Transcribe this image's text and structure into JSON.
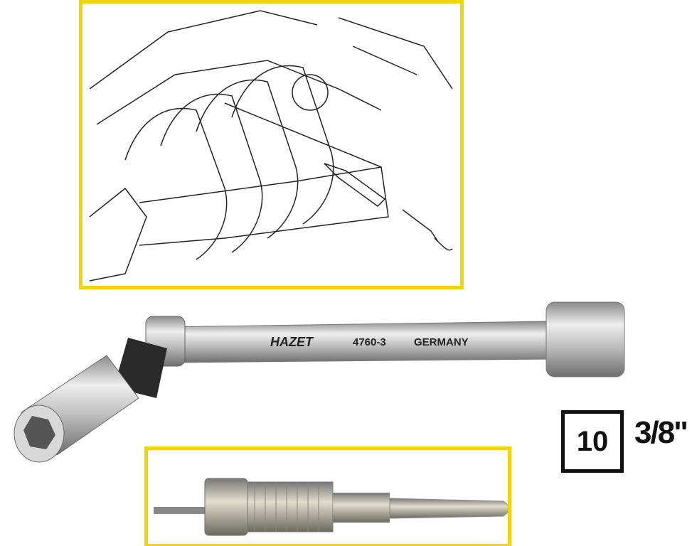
{
  "product": {
    "brand": "HAZET",
    "model": "4760-3",
    "origin": "GERMANY",
    "size_mm": "10",
    "drive_size": "3/8\""
  },
  "colors": {
    "frame": "#f2d40a",
    "steel": "#c8c8c8",
    "text": "#111111"
  }
}
